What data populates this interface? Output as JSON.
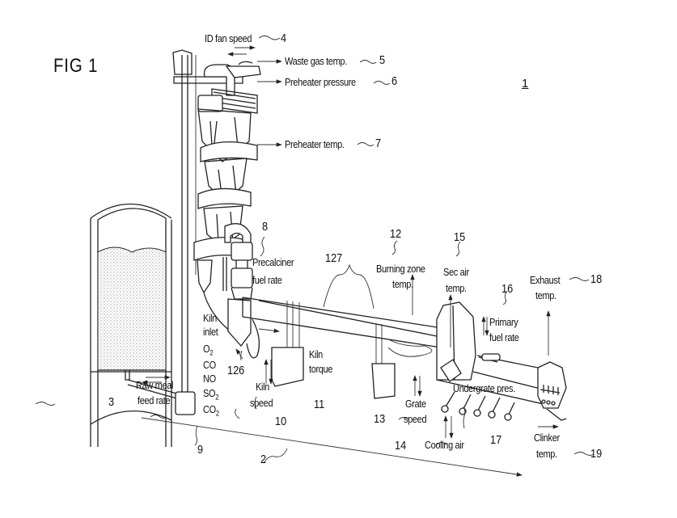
{
  "figure": {
    "title": "FIG 1",
    "reference": "1"
  },
  "labels": {
    "id_fan_speed": {
      "text": "ID fan speed",
      "num": "4"
    },
    "waste_gas_temp": {
      "text": "Waste gas temp.",
      "num": "5"
    },
    "preheater_pressure": {
      "text": "Preheater pressure",
      "num": "6"
    },
    "preheater_temp": {
      "text": "Preheater temp.",
      "num": "7"
    },
    "precalciner_fuel_rate": {
      "line1": "Precalciner",
      "line2": "fuel rate",
      "num": "8"
    },
    "kiln_inlet": {
      "line1": "Kiln",
      "line2": "inlet",
      "gases": [
        "O2",
        "CO",
        "NO",
        "SO2",
        "CO2"
      ],
      "num": "9"
    },
    "kiln_speed": {
      "line1": "Kiln",
      "line2": "speed",
      "num": "10"
    },
    "kiln_torque": {
      "line1": "Kiln",
      "line2": "torque",
      "num": "11"
    },
    "burning_zone_temp": {
      "line1": "Burning zone",
      "line2": "temp.",
      "num": "12"
    },
    "grate_speed": {
      "line1": "Grate",
      "line2": "speed",
      "num": "13"
    },
    "cooling_air": {
      "text": "Cooling air",
      "num": "14"
    },
    "sec_air_temp": {
      "line1": "Sec air",
      "line2": "temp.",
      "num": "15"
    },
    "primary_fuel_rate": {
      "line1": "Primary",
      "line2": "fuel rate",
      "num": "16"
    },
    "undergrate_pres": {
      "text": "Undergrate pres.",
      "num": "17"
    },
    "exhaust_temp": {
      "line1": "Exhaust",
      "line2": "temp.",
      "num": "18"
    },
    "clinker_temp": {
      "line1": "Clinker",
      "line2": "temp.",
      "num": "19"
    },
    "raw_meal_feed_rate": {
      "line1": "Raw meal",
      "line2": "feed rate",
      "num": "3"
    },
    "process_axis": {
      "num": "2"
    },
    "kiln_inlet_ref": {
      "num": "126"
    },
    "kiln_tyres_ref": {
      "num": "127"
    }
  }
}
